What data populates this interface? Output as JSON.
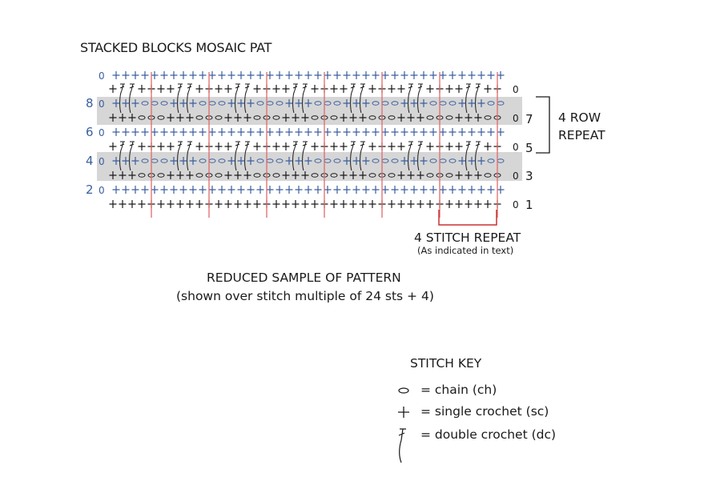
{
  "title": "STACKED BLOCKS MOSAIC PAT",
  "left_row_labels": [
    "8",
    "6",
    "4",
    "2"
  ],
  "right_row_labels": [
    "7",
    "5",
    "3",
    "1"
  ],
  "row_repeat_label": [
    "4 ROW",
    "REPEAT"
  ],
  "stitch_repeat_label": "4 STITCH REPEAT",
  "stitch_repeat_note": "(As indicated in text)",
  "sample_caption": "REDUCED SAMPLE OF PATTERN",
  "sample_subcaption": "(shown over stitch multiple of 24 sts + 4)",
  "stitch_key": {
    "title": "STITCH KEY",
    "items": [
      {
        "symbol": "chain-symbol",
        "label": "= chain (ch)"
      },
      {
        "symbol": "single-crochet-symbol",
        "label": "= single crochet (sc)"
      },
      {
        "symbol": "double-crochet-symbol",
        "label": "= double crochet (dc)"
      }
    ]
  },
  "colors": {
    "blue": "#3b5f9e",
    "black": "#1a1a1a",
    "red": "#e06b6b",
    "band": "#d6d6d6",
    "bracket": "#c93232"
  }
}
